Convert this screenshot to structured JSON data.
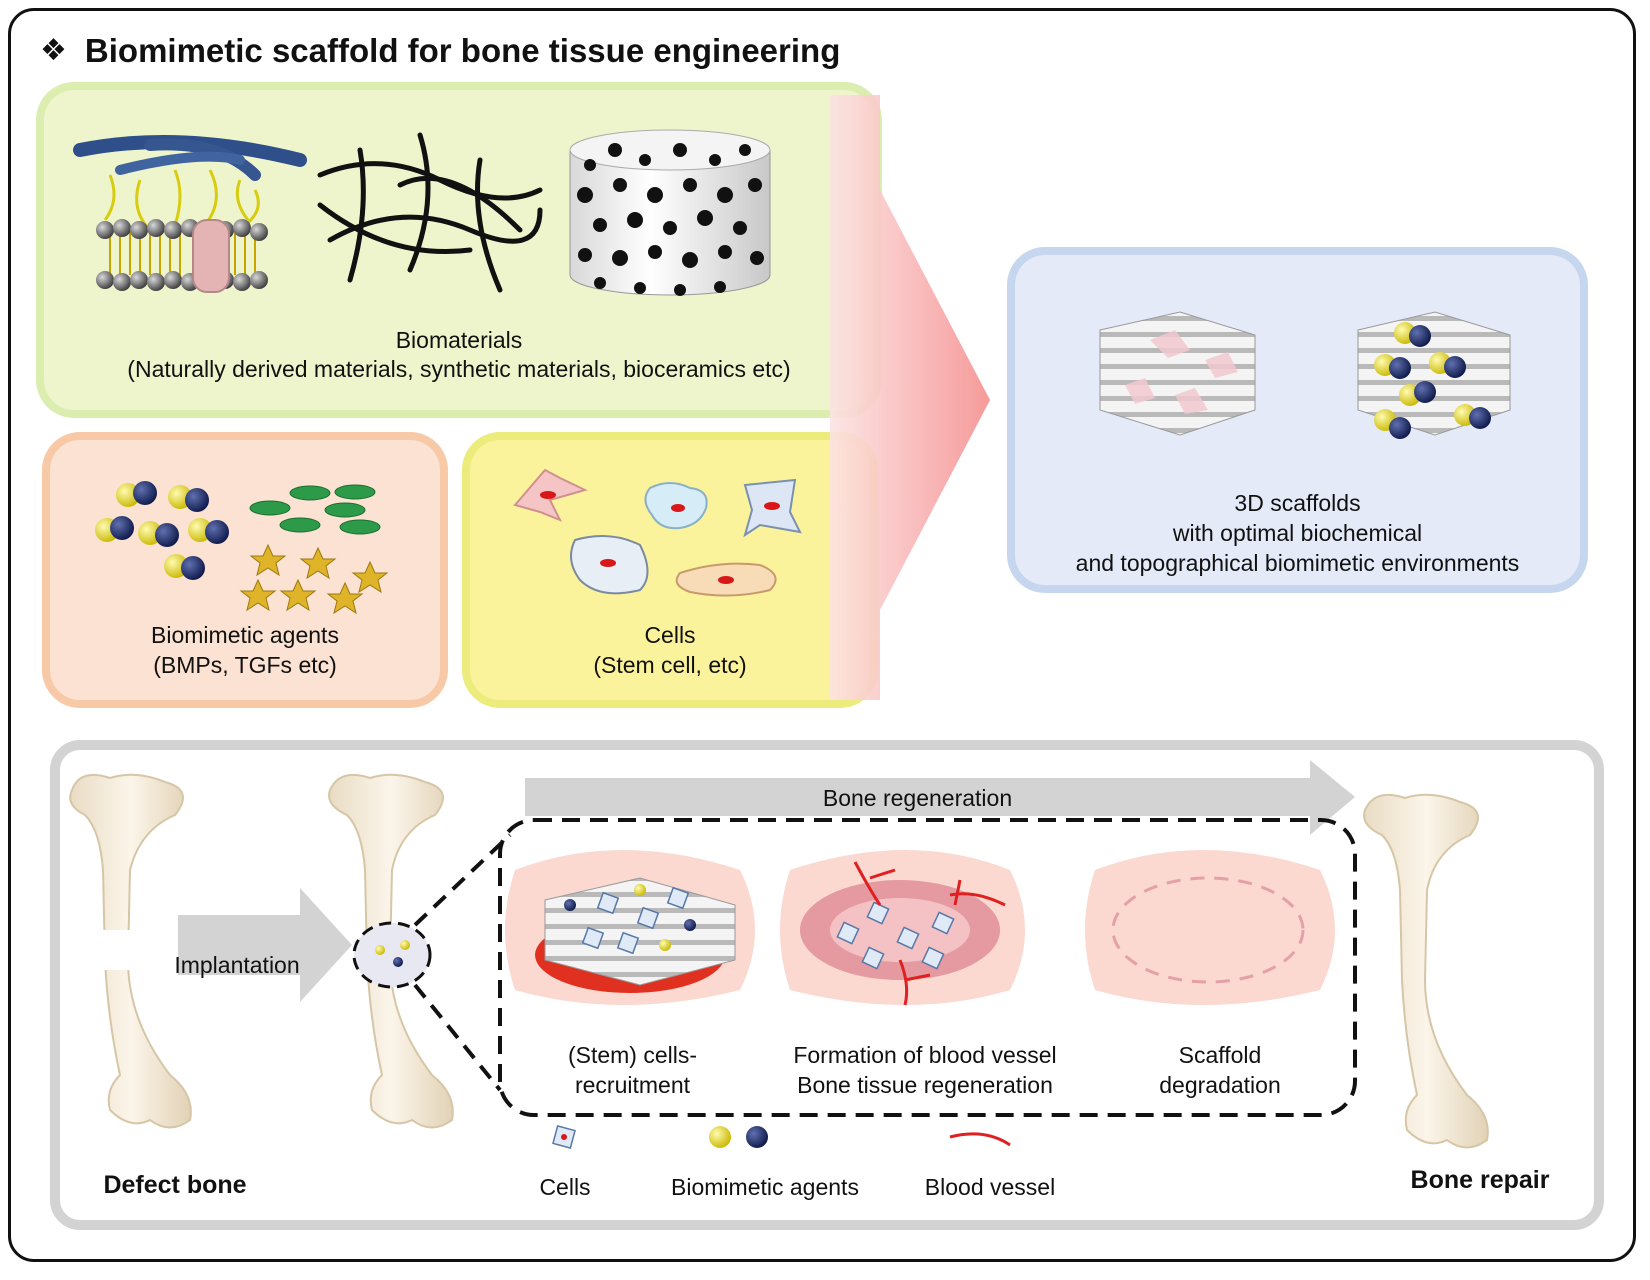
{
  "title": "Biomimetic scaffold for bone tissue engineering",
  "title_bullet": "❖",
  "biomaterials": {
    "title": "Biomaterials",
    "subtitle": "(Naturally derived materials, synthetic materials, bioceramics etc)"
  },
  "agents": {
    "title": "Biomimetic agents",
    "subtitle": "(BMPs,  TGFs etc)"
  },
  "cells": {
    "title": "Cells",
    "subtitle": "(Stem cell, etc)"
  },
  "scaffolds": {
    "line1": "3D scaffolds",
    "line2": "with optimal biochemical",
    "line3": "and topographical biomimetic environments"
  },
  "bottom": {
    "regeneration_arrow": "Bone regeneration",
    "implantation_arrow": "Implantation",
    "defect_bone": "Defect bone",
    "bone_repair": "Bone repair",
    "stage1_line1": "(Stem) cells-",
    "stage1_line2": "recruitment",
    "stage2_line1": "Formation of blood vessel",
    "stage2_line2": "Bone tissue  regeneration",
    "stage3_line1": "Scaffold",
    "stage3_line2": "degradation",
    "legend": {
      "cells": "Cells",
      "agents": "Biomimetic agents",
      "vessel": "Blood vessel"
    }
  },
  "colors": {
    "biomaterials_panel": "#eef5cc",
    "agents_panel": "#fbe2d3",
    "cells_panel": "#fbf39c",
    "scaffold_panel": "#e4eaf8",
    "big_arrow": "#f7a0a0",
    "blood_vessel": "#e02020",
    "agent_yellow": "#e8e020",
    "agent_navy": "#1a2a6a"
  },
  "icons": [
    "collagen-membrane-icon",
    "fiber-network-icon",
    "porous-ceramic-icon",
    "stem-cell-icon",
    "growth-factor-icon",
    "scaffold-icon",
    "bone-icon"
  ]
}
